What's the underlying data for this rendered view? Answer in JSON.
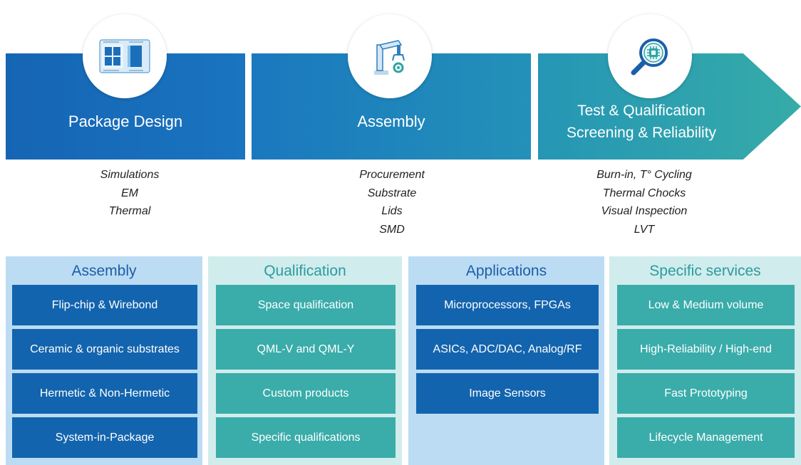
{
  "colors": {
    "dark_blue": "#1565b3",
    "mid_blue": "#1a78bf",
    "teal": "#36aba8",
    "panel_blue": "#bcdcf3",
    "panel_teal": "#d1ecec",
    "box_blue": "#1364ae",
    "box_teal": "#3aacaa"
  },
  "process": [
    {
      "label": "Package Design",
      "icon": "chip-layout-icon",
      "items": [
        "Simulations",
        "EM",
        "Thermal"
      ]
    },
    {
      "label": "Assembly",
      "icon": "robot-arm-icon",
      "items": [
        "Procurement",
        "Substrate",
        "Lids",
        "SMD"
      ]
    },
    {
      "label_lines": [
        "Test & Qualification",
        "Screening & Reliability"
      ],
      "icon": "magnifier-chip-icon",
      "items": [
        "Burn-in, T° Cycling",
        "Thermal Chocks",
        "Visual Inspection",
        "LVT"
      ]
    }
  ],
  "panels": [
    {
      "title": "Assembly",
      "items": [
        "Flip-chip & Wirebond",
        "Ceramic & organic substrates",
        "Hermetic & Non-Hermetic",
        "System-in-Package"
      ]
    },
    {
      "title": "Qualification",
      "items": [
        "Space qualification",
        "QML-V and QML-Y",
        "Custom products",
        "Specific qualifications"
      ]
    },
    {
      "title": "Applications",
      "items": [
        "Microprocessors, FPGAs",
        "ASICs, ADC/DAC, Analog/RF",
        "Image Sensors"
      ]
    },
    {
      "title": "Specific services",
      "items": [
        "Low & Medium volume",
        "High-Reliability / High-end",
        "Fast Prototyping",
        "Lifecycle Management"
      ]
    }
  ]
}
